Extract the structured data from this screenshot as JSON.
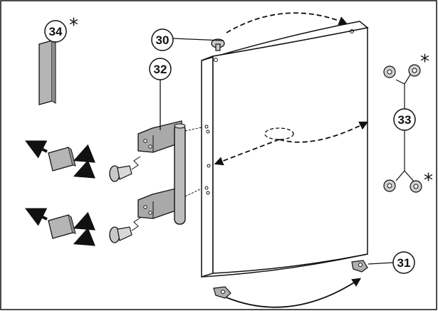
{
  "callouts": {
    "c30": "30",
    "c31": "31",
    "c32": "32",
    "c33": "33",
    "c34": "34"
  },
  "markers": {
    "asterisk": "*"
  },
  "colors": {
    "line": "#111111",
    "door_fill": "#ffffff",
    "handle_fill": "#bdbdbd",
    "bracket_fill": "#a9a9a9",
    "cap_fill": "#c8c8c8",
    "background": "#ffffff"
  }
}
